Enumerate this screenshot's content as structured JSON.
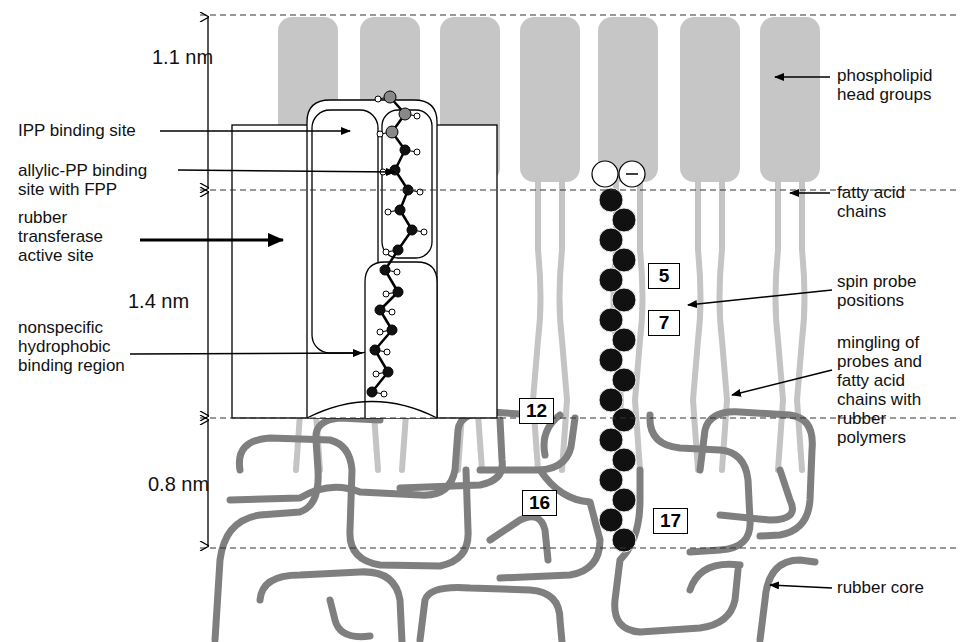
{
  "diagram": {
    "nodes": [
      {
        "text": [
          "5"
        ]
      },
      {
        "text": [
          "7"
        ]
      },
      {
        "text": [
          "12"
        ]
      },
      {
        "text": [
          "16"
        ]
      },
      {
        "text": [
          "17"
        ]
      }
    ],
    "labels": [
      "1.1 nm",
      "IPP binding site",
      "allylic-PP binding site with FPP",
      "rubber transferase active site",
      "1.4 nm",
      "nonspecific hydrophobic binding region",
      "0.8 nm",
      "phospholipid head groups",
      "fatty acid chains",
      "spin probe positions",
      "mingling of probes and fatty acid chains with rubber polymers",
      "rubber core"
    ]
  }
}
